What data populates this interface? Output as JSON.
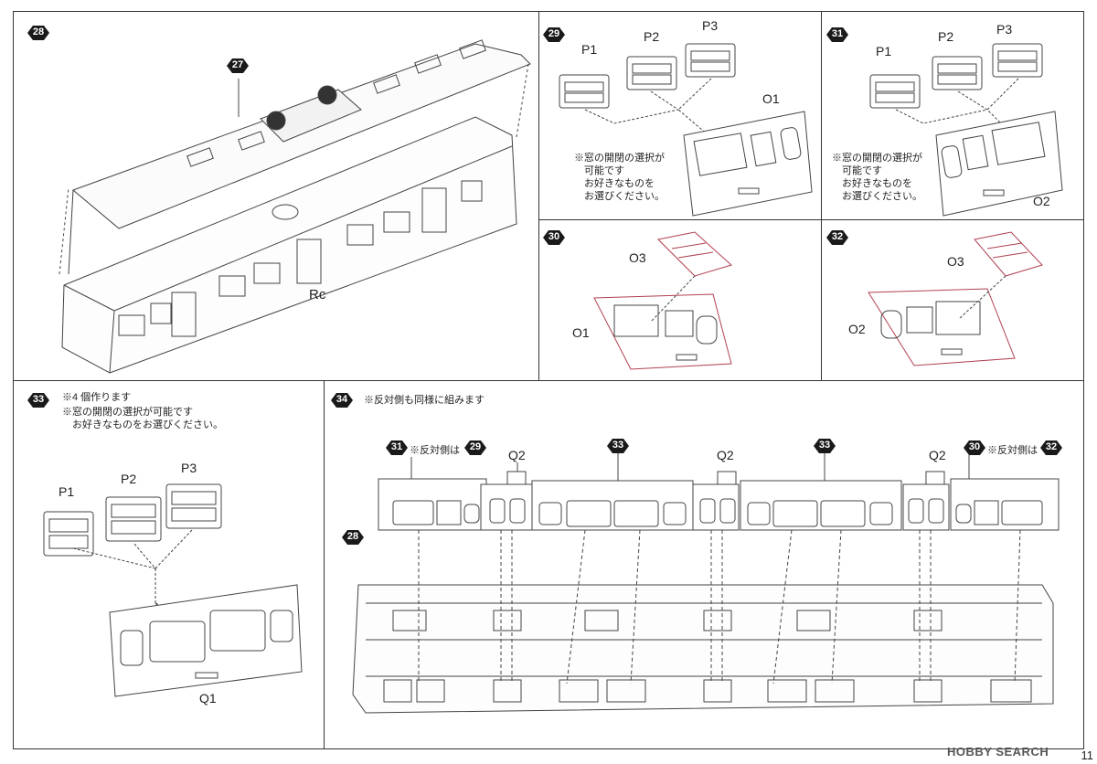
{
  "steps": {
    "s28": "28",
    "s27": "27",
    "s29": "29",
    "s31": "31",
    "s30": "30",
    "s32": "32",
    "s33": "33",
    "s34": "34"
  },
  "labels": {
    "rc": "Rc",
    "p1": "P1",
    "p2": "P2",
    "p3": "P3",
    "o1": "O1",
    "o2": "O2",
    "o3": "O3",
    "q1": "Q1",
    "q2": "Q2"
  },
  "notes": {
    "window_choice": "※窓の開閉の選択が\n　可能です\n　お好きなものを\n　お選びください。",
    "make_four": "※4 個作ります",
    "window_choice_inline": "※窓の開閉の選択が可能です\n　お好きなものをお選びください。",
    "same_other_side": "※反対側も同様に組みます",
    "other_side_is": "※反対側は"
  },
  "footer": {
    "page_number": "11",
    "watermark": "HOBBY SEARCH"
  }
}
